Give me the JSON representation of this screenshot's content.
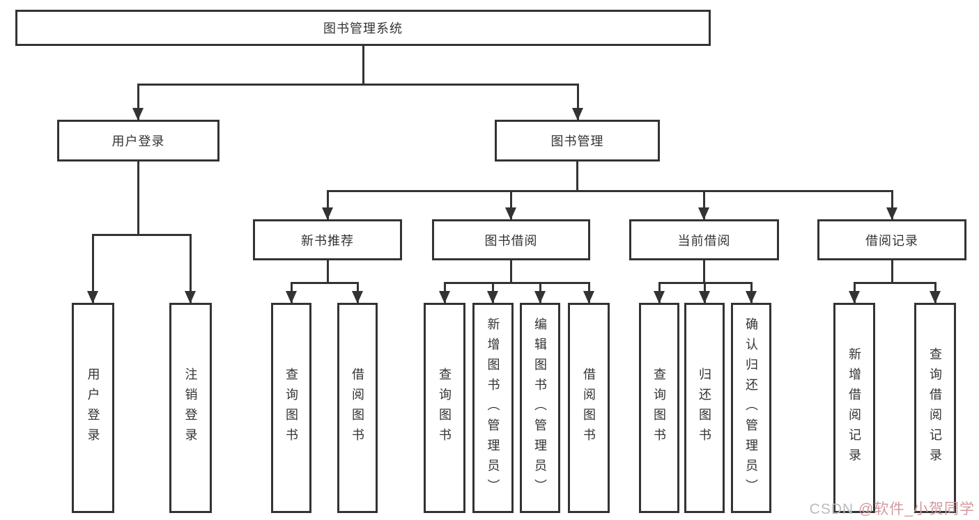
{
  "diagram": {
    "root": "图书管理系统",
    "level1": [
      "用户登录",
      "图书管理"
    ],
    "level2": [
      "新书推荐",
      "图书借阅",
      "当前借阅",
      "借阅记录"
    ],
    "leaves": {
      "user_login": [
        "用户登录",
        "注销登录"
      ],
      "new_books": [
        "查询图书",
        "借阅图书"
      ],
      "book_borrow": [
        "查询图书",
        "新增图书（管理员）",
        "编辑图书（管理员）",
        "借阅图书"
      ],
      "current_borrow": [
        "查询图书",
        "归还图书",
        "确认归还（管理员）"
      ],
      "borrow_records": [
        "新增借阅记录",
        "查询借阅记录"
      ]
    }
  },
  "watermark": {
    "prefix": "CSDN ",
    "handle": "@软件_小贺同学"
  },
  "colors": {
    "line": "#333333",
    "box_border": "#333333",
    "watermark_gray": "#b9bbbd",
    "watermark_accent": "#d29a9e"
  }
}
